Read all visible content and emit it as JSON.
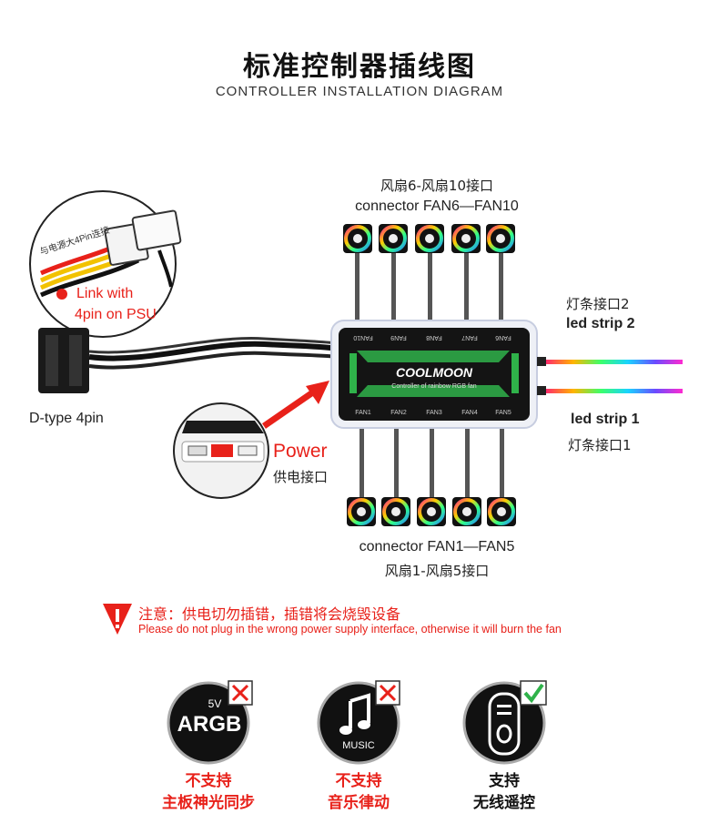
{
  "header": {
    "title_cn": "标准控制器插线图",
    "title_en": "CONTROLLER INSTALLATION DIAGRAM"
  },
  "top_connector": {
    "line1": "风扇6-风扇10接口",
    "line2": "connector  FAN6—FAN10"
  },
  "bottom_connector": {
    "line1": "connector  FAN1—FAN5",
    "line2": "风扇1-风扇5接口"
  },
  "led_strip_2": {
    "cn": "灯条接口2",
    "en": "led strip 2"
  },
  "led_strip_1": {
    "en": "led strip 1",
    "cn": "灯条接口1"
  },
  "psu": {
    "cable_text": "与电源大4Pin连接",
    "link_line1": "Link with",
    "link_line2": "4pin on PSU",
    "dtype": "D-type 4pin"
  },
  "power": {
    "en": "Power",
    "cn": "供电接口"
  },
  "controller": {
    "brand": "COOLMOON",
    "subtitle": "Controller of rainbow RGB fan",
    "top_ports": [
      "FAN10",
      "FAN9",
      "FAN8",
      "FAN7",
      "FAN6"
    ],
    "bottom_ports": [
      "FAN1",
      "FAN2",
      "FAN3",
      "FAN4",
      "FAN5"
    ]
  },
  "warning": {
    "cn": "注意：供电切勿插错，插错将会烧毁设备",
    "en": "Please do not plug in the wrong power supply interface, otherwise it will burn the fan"
  },
  "features": [
    {
      "badge_top": "5V",
      "badge_main": "ARGB",
      "line1": "不支持",
      "line2": "主板神光同步",
      "supported": false,
      "color": "#e8211a"
    },
    {
      "badge_main": "MUSIC",
      "line1": "不支持",
      "line2": "音乐律动",
      "supported": false,
      "color": "#e8211a"
    },
    {
      "line1": "支持",
      "line2": "无线遥控",
      "supported": true,
      "color": "#111111"
    }
  ],
  "colors": {
    "red": "#e8211a",
    "green": "#2fb24a",
    "black": "#111111"
  }
}
